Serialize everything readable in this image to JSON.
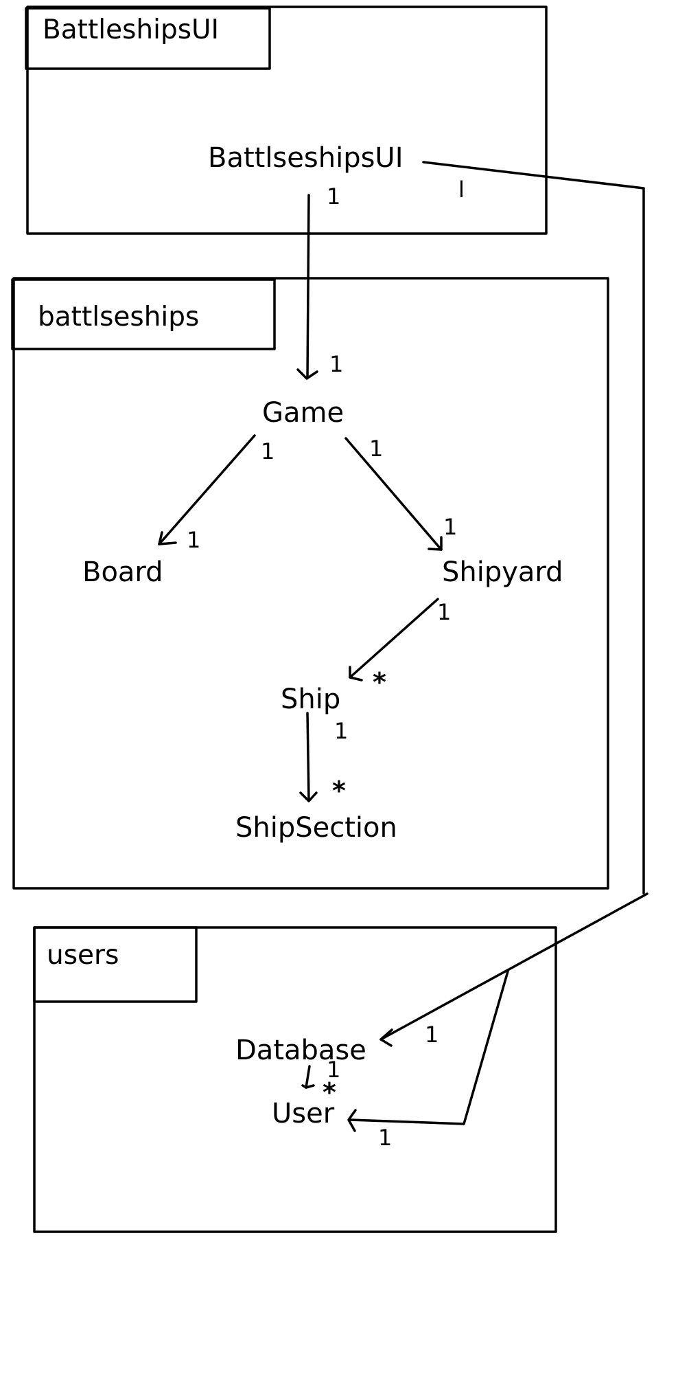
{
  "packages": {
    "ui": {
      "title": "BattleshipsUI"
    },
    "core": {
      "title": "battlseships"
    },
    "users": {
      "title": "users"
    }
  },
  "classes": {
    "ui_main": "BattlseshipsUI",
    "game": "Game",
    "board": "Board",
    "shipyard": "Shipyard",
    "ship": "Ship",
    "ship_section": "ShipSection",
    "database": "Database",
    "user": "User"
  },
  "multiplicities": {
    "ui_game_src": "1",
    "ui_game_dst": "1",
    "ui_tick": "l",
    "game_board_src": "1",
    "game_board_dst": "1",
    "game_shipyard_src": "1",
    "game_shipyard_dst": "1",
    "shipyard_ship_src": "1",
    "shipyard_ship_dst": "*",
    "ship_section_src": "1",
    "ship_section_dst": "*",
    "ui_database_dst": "1",
    "database_user_src": "1",
    "database_user_dst": "*",
    "ui_user_dst": "1"
  }
}
